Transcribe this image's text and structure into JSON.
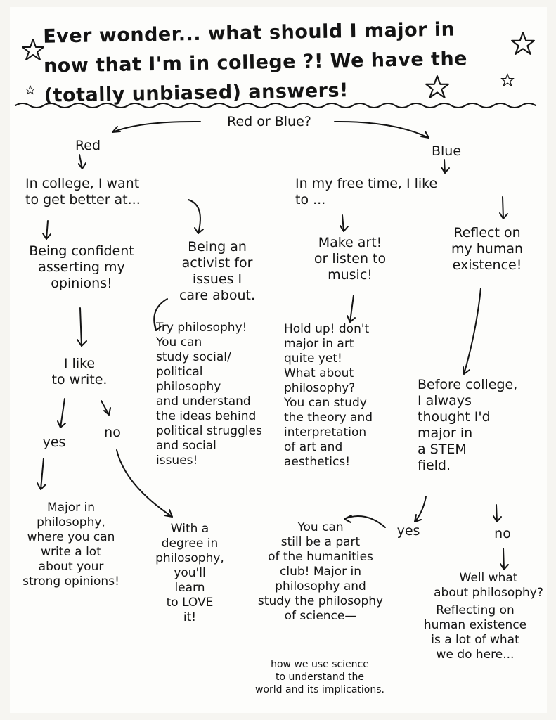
{
  "title": {
    "line1": "Ever wonder... what should I major in",
    "line2": "now that I'm in college ?! We have the",
    "line3": "(totally unbiased) answers!"
  },
  "nodes": {
    "root": "Red or Blue?",
    "red": "Red",
    "blue": "Blue",
    "red_q": "In college, I want\nto get better at...",
    "red_a": "Being confident\nasserting my\nopinions!",
    "red_b": "Being an\nactivist for\nissues I\ncare about.",
    "activist_result": "Try philosophy!\nYou can\nstudy social/\npolitical\nphilosophy\nand understand\nthe ideas behind\npolitical struggles\nand social\nissues!",
    "write_q": "I like\nto write.",
    "write_yes": "yes",
    "write_no": "no",
    "write_yes_result": "Major in\nphilosophy,\nwhere you can\nwrite a lot\nabout your\nstrong opinions!",
    "write_no_result": "With a\ndegree in\nphilosophy,\nyou'll\nlearn\nto LOVE\nit!",
    "blue_q": "In my free time, I like\nto ...",
    "blue_a": "Make art!\nor listen to\nmusic!",
    "blue_b": "Reflect on\nmy human\nexistence!",
    "art_result": "Hold up! don't\nmajor in art\nquite yet!\nWhat about\nphilosophy?\nYou can study\nthe theory and\ninterpretation\nof art and\naesthetics!",
    "stem_q": "Before college,\nI always\nthought I'd\nmajor in\na STEM\nfield.",
    "stem_yes": "yes",
    "stem_no": "no",
    "stem_yes_result": "You can\nstill be a part\nof the humanities\nclub! Major in\nphilosophy and\nstudy the philosophy\nof science—",
    "stem_yes_result_tail": "how we use science\nto understand the\nworld and its implications.",
    "stem_no_result_head": "Well what\nabout philosophy?",
    "stem_no_result": "Reflecting on\nhuman existence\nis a lot of what\nwe do here..."
  }
}
